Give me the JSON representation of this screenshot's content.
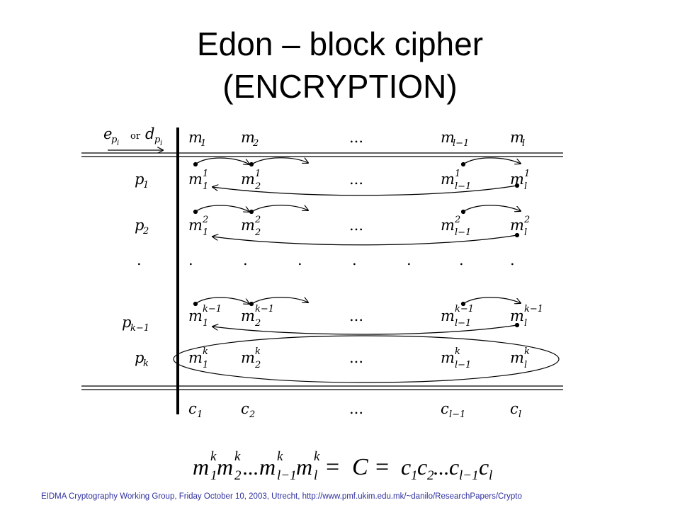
{
  "slide": {
    "title_line1": "Edon – block cipher",
    "title_line2": "(ENCRYPTION)",
    "footer": "EIDMA Cryptography Working Group, Friday October 10, 2003, Utrecht, http://www.pmf.ukim.edu.mk/~danilo/ResearchPapers/Crypto"
  },
  "diagram": {
    "header_label": {
      "e": "e",
      "e_sub": "p",
      "e_subsub": "i",
      "or": "or",
      "d": "d",
      "d_sub": "p",
      "d_subsub": "i"
    },
    "columns": [
      {
        "base": "m",
        "sub": "1"
      },
      {
        "base": "m",
        "sub": "2"
      },
      {
        "ellipsis": "..."
      },
      {
        "base": "m",
        "sub": "l−1"
      },
      {
        "base": "m",
        "sub": "l"
      }
    ],
    "rows": [
      {
        "label": "p",
        "label_sub": "1",
        "sup": "1"
      },
      {
        "label": "p",
        "label_sub": "2",
        "sup": "2"
      },
      {
        "dots": ". . . . . . . ."
      },
      {
        "label": "p",
        "label_sub": "k−1",
        "sup": "k−1"
      },
      {
        "label": "p",
        "label_sub": "k",
        "sup": "k"
      }
    ],
    "output": [
      {
        "base": "c",
        "sub": "1"
      },
      {
        "base": "c",
        "sub": "2"
      },
      {
        "ellipsis": "..."
      },
      {
        "base": "c",
        "sub": "l−1"
      },
      {
        "base": "c",
        "sub": "l"
      }
    ],
    "row_dot": ".",
    "ellipsis": "...",
    "equation": {
      "m": "m",
      "k": "k",
      "s1": "1",
      "s2": "2",
      "dots": "...",
      "sl1": "l−1",
      "sl": "l",
      "eq1": "=",
      "C": "C",
      "eq2": "=",
      "c": "c",
      "cdots": "..."
    }
  }
}
